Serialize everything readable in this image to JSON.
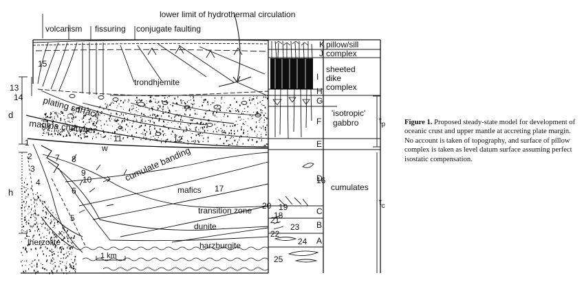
{
  "header": {
    "volcanism": "volcanism",
    "fissuring": "fissuring",
    "conjugate_faulting": "conjugate faulting",
    "hydrothermal": "lower limit of hydrothermal circulation"
  },
  "labels": {
    "trondhjemite": "trondhjemite",
    "plating_surface": "plating surface",
    "magma_chamber": "magma chamber",
    "cumulate_banding": "cumulate banding",
    "mafics": "mafics",
    "transition_zone": "transition zone",
    "dunite": "dunite",
    "harzburgite": "harzburgite",
    "lherzolite": "lherzolite",
    "w": "w",
    "scale": "1 km",
    "d": "d",
    "h": "h",
    "tp": "t",
    "tp_sub": "p",
    "tc": "t",
    "tc_sub": "c"
  },
  "numbers": [
    "1",
    "2",
    "3",
    "4",
    "5",
    "6",
    "7",
    "8",
    "9",
    "10",
    "11",
    "12",
    "13",
    "14",
    "15",
    "16",
    "17",
    "18",
    "19",
    "20",
    "21",
    "22",
    "23",
    "24",
    "25"
  ],
  "column_letters": [
    "K",
    "J",
    "I",
    "H",
    "G",
    "F",
    "E",
    "D",
    "C",
    "B",
    "A"
  ],
  "units": {
    "pillow_sill": [
      "pillow/sill",
      "complex"
    ],
    "sheeted_dike": [
      "sheeted",
      "dike",
      "complex"
    ],
    "isotropic_gabbro": [
      "'isotropic'",
      "gabbro"
    ],
    "cumulates": "cumulates"
  },
  "caption": {
    "label": "Figure 1.",
    "text": "Proposed steady-state model for development of oceanic crust and upper mantle at accreting plate margin. No account is taken of topography, and surface of pillow complex is taken as level datum surface assuming perfect isostatic compensation."
  },
  "colors": {
    "ink": "#111111",
    "paper": "#ffffff"
  }
}
